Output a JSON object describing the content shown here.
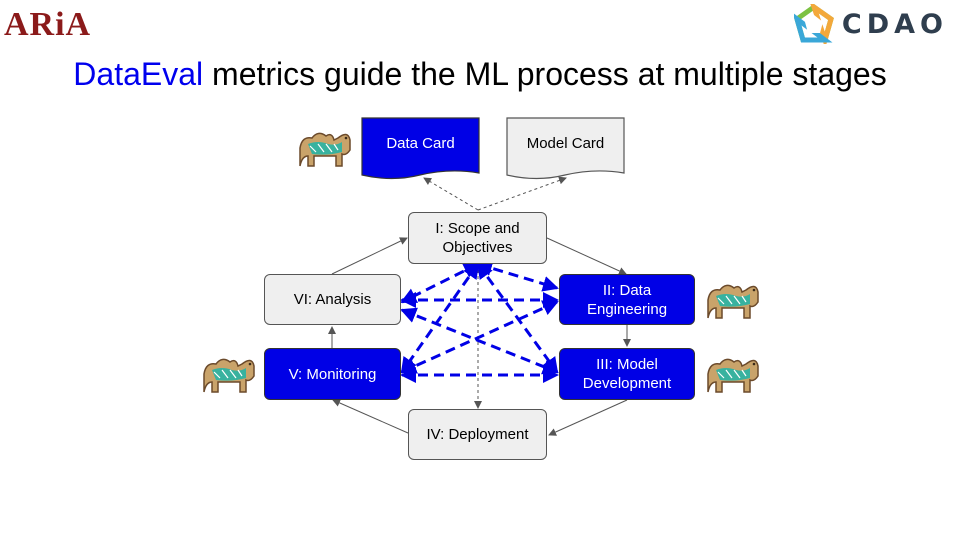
{
  "header": {
    "aria_logo_text": "ARiA",
    "cdao_logo_text": "CDAO"
  },
  "title": {
    "highlight": "DataEval",
    "rest": " metrics guide the ML process at multiple stages"
  },
  "documents": {
    "data_card": "Data Card",
    "model_card": "Model Card"
  },
  "stages": {
    "scope": "I: Scope and Objectives",
    "data_engineering": "II: Data Engineering",
    "model_development": "III: Model Development",
    "deployment": "IV: Deployment",
    "monitoring": "V: Monitoring",
    "analysis": "VI: Analysis"
  },
  "colors": {
    "accent_blue": "#0000e6",
    "box_gray": "#efefef",
    "aria_red": "#8b1a1a"
  },
  "icons": [
    "camel-mascot-icon",
    "cdao-pentagon-icon"
  ]
}
